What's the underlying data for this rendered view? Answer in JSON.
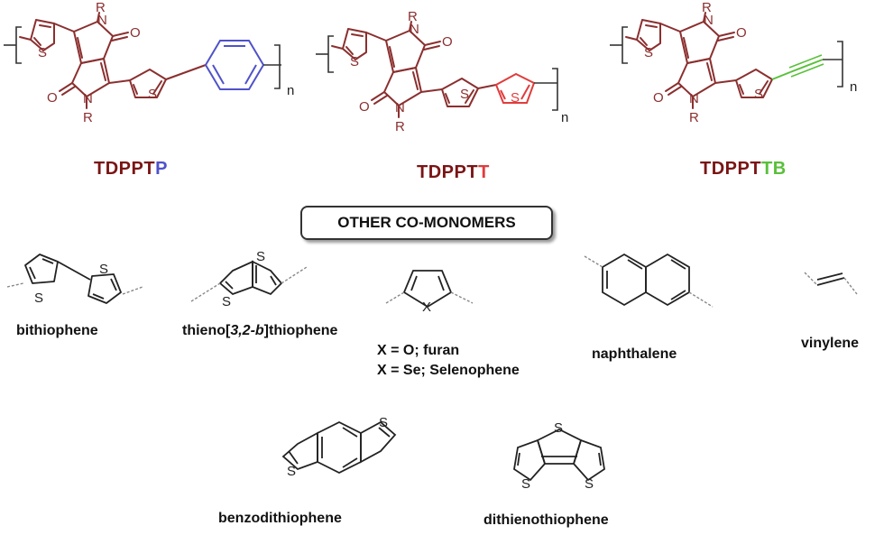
{
  "polymers": [
    {
      "prefix": "TDPPT",
      "suffix": "P",
      "suffix_color": "#4f52c9"
    },
    {
      "prefix": "TDPPT",
      "suffix": "T",
      "suffix_color": "#e03c3c"
    },
    {
      "prefix": "TDPPT",
      "suffix": "TB",
      "suffix_color": "#59c03a"
    }
  ],
  "repeat_subscript": "n",
  "atoms": {
    "N": "N",
    "O": "O",
    "S": "S",
    "R": "R",
    "X": "X"
  },
  "header": "OTHER CO-MONOMERS",
  "comonomers": {
    "bithiophene": "bithiophene",
    "thienothiophene_pre": "thieno[",
    "thienothiophene_italic": "3,2-b",
    "thienothiophene_post": "]thiophene",
    "furan": "X = O; furan",
    "selenophene": "X = Se; Selenophene",
    "naphthalene": "naphthalene",
    "vinylene": "vinylene",
    "benzodithiophene": "benzodithiophene",
    "dithienothiophene": "dithienothiophene"
  },
  "colors": {
    "core": "#8b2f2f",
    "phenyl": "#4f52c9",
    "thiophene_red": "#e03c3c",
    "alkyne": "#59c03a",
    "monomer": "#222222"
  }
}
